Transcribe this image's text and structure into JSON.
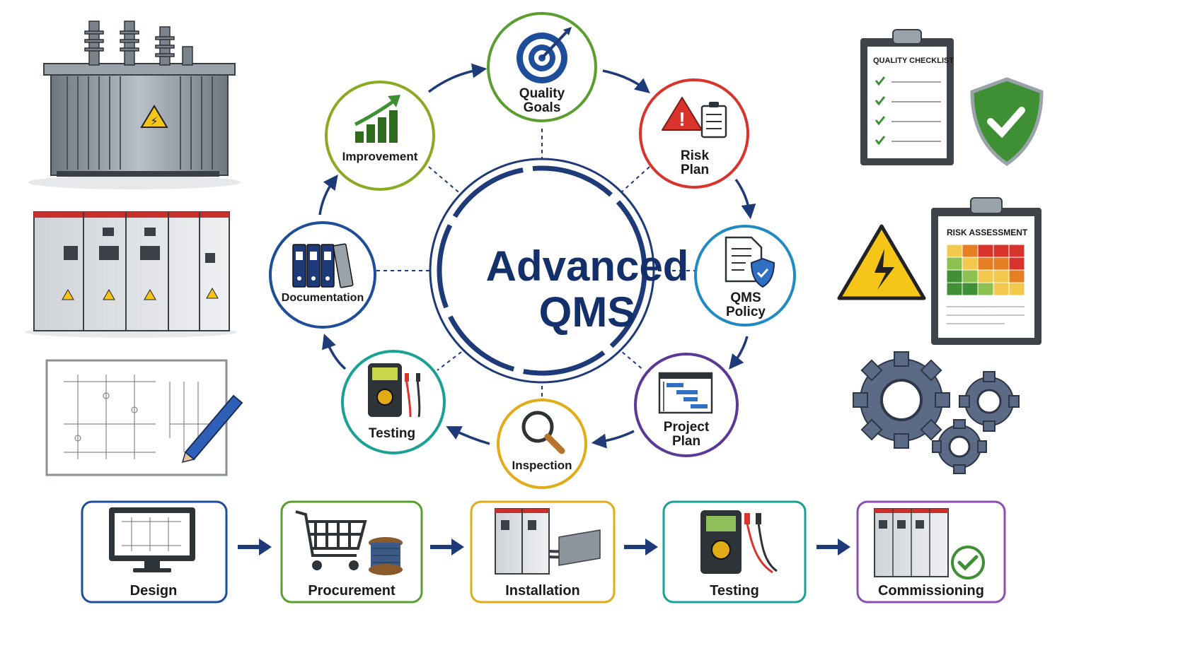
{
  "center": {
    "line1": "Advanced",
    "line2": "QMS"
  },
  "cycle": [
    {
      "id": "quality-goals",
      "line1": "Quality",
      "line2": "Goals",
      "color": "#5a9e2f",
      "icon": "target-icon"
    },
    {
      "id": "risk-plan",
      "line1": "Risk",
      "line2": "Plan",
      "color": "#d9342b",
      "icon": "warning-checklist-icon"
    },
    {
      "id": "qms-policy",
      "line1": "QMS",
      "line2": "Policy",
      "color": "#1f8ac4",
      "icon": "policy-document-shield-icon"
    },
    {
      "id": "project-plan",
      "line1": "Project",
      "line2": "Plan",
      "color": "#5b3a97",
      "icon": "gantt-chart-icon"
    },
    {
      "id": "inspection",
      "line1": "Inspection",
      "line2": "",
      "color": "#e2ab18",
      "icon": "magnifier-icon"
    },
    {
      "id": "testing",
      "line1": "Testing",
      "line2": "",
      "color": "#1aa195",
      "icon": "multimeter-icon"
    },
    {
      "id": "documentation",
      "line1": "Documentation",
      "line2": "",
      "color": "#1e4d9a",
      "icon": "binders-icon"
    },
    {
      "id": "improvement",
      "line1": "Improvement",
      "line2": "",
      "color": "#8aaa23",
      "icon": "growth-chart-icon"
    }
  ],
  "process": [
    {
      "id": "design",
      "label": "Design",
      "color": "#1e4d9a",
      "icon": "monitor-schematic-icon"
    },
    {
      "id": "procurement",
      "label": "Procurement",
      "color": "#5a9e2f",
      "icon": "cart-cable-icon"
    },
    {
      "id": "installation",
      "label": "Installation",
      "color": "#e2ab18",
      "icon": "switchgear-cables-icon"
    },
    {
      "id": "testing",
      "label": "Testing",
      "color": "#1aa195",
      "icon": "multimeter-icon"
    },
    {
      "id": "commissioning",
      "label": "Commissioning",
      "color": "#8a4fb0",
      "icon": "switchgear-check-icon"
    }
  ],
  "panels": {
    "checklist_title": "QUALITY CHECKLIST",
    "risk_title": "RISK ASSESSMENT"
  },
  "colors": {
    "navy": "#14306a",
    "arrow": "#1e3a78",
    "metal": "#8c949c",
    "shield_green": "#3f8f35",
    "warning_yellow": "#f5c518"
  }
}
